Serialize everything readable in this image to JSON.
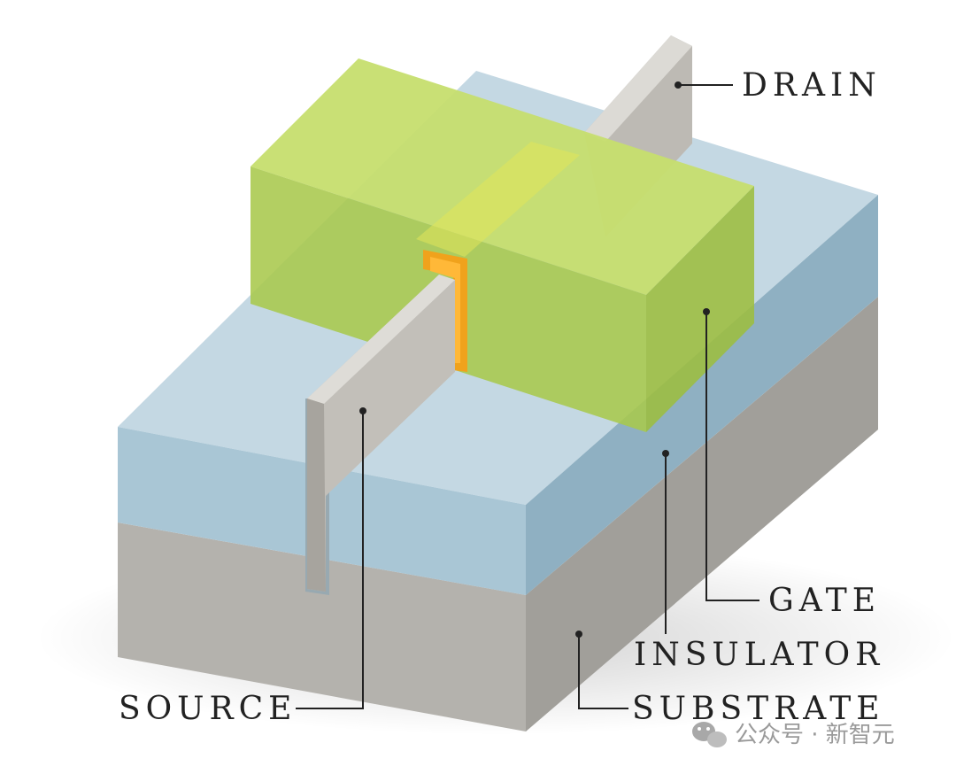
{
  "labels": {
    "drain": "DRAIN",
    "gate": "GATE",
    "insulator": "INSULATOR",
    "substrate": "SUBSTRATE",
    "source": "SOURCE"
  },
  "watermark": {
    "text": "公众号 · 新智元",
    "icon": "wechat-icon"
  },
  "colors": {
    "substrate": "#b5b3ae",
    "insulator": "#a9c7d6",
    "gate": "#b3d45a",
    "fin": "#c9c6c0",
    "channel": "#f39c12"
  }
}
